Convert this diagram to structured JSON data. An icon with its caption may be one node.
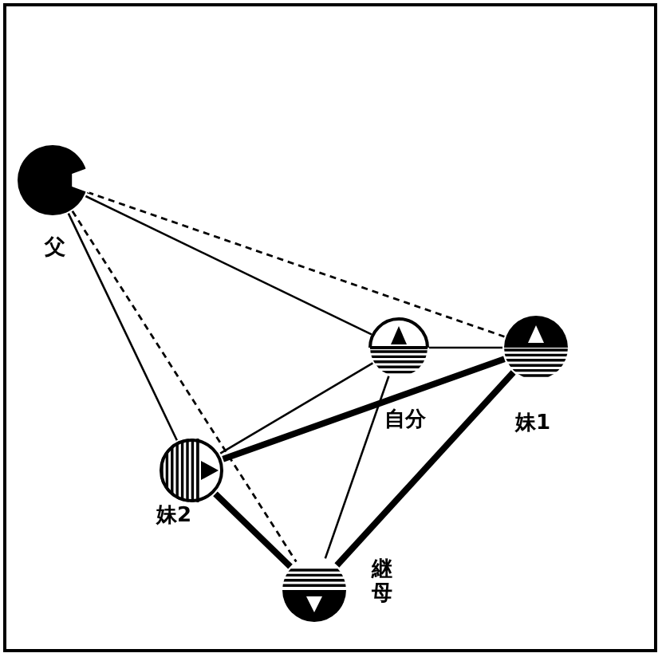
{
  "diagram": {
    "nodes": [
      {
        "text": [],
        "shape": "circle",
        "beside": [
          "父"
        ]
      },
      {
        "text": [],
        "shape": "circle",
        "beside": [
          "自分"
        ]
      },
      {
        "text": [],
        "shape": "circle",
        "beside": [
          "妹1"
        ]
      },
      {
        "text": [],
        "shape": "circle",
        "beside": [
          "妹2"
        ]
      },
      {
        "text": [],
        "shape": "circle",
        "beside": [
          "継母"
        ]
      }
    ],
    "edges": [
      {
        "from": 0,
        "to": 1,
        "arrow": "none"
      },
      {
        "from": 0,
        "to": 2,
        "arrow": "none",
        "style": "dashed"
      },
      {
        "from": 0,
        "to": 3,
        "arrow": "none"
      },
      {
        "from": 0,
        "to": 4,
        "arrow": "none",
        "style": "dashed"
      },
      {
        "from": 1,
        "to": 2,
        "arrow": "none"
      },
      {
        "from": 1,
        "to": 3,
        "arrow": "none"
      },
      {
        "from": 2,
        "to": 3,
        "arrow": "none",
        "style": "thick"
      },
      {
        "from": 1,
        "to": 4,
        "arrow": "none"
      },
      {
        "from": 2,
        "to": 4,
        "arrow": "none",
        "style": "thick"
      },
      {
        "from": 3,
        "to": 4,
        "arrow": "none",
        "style": "thick"
      }
    ]
  }
}
